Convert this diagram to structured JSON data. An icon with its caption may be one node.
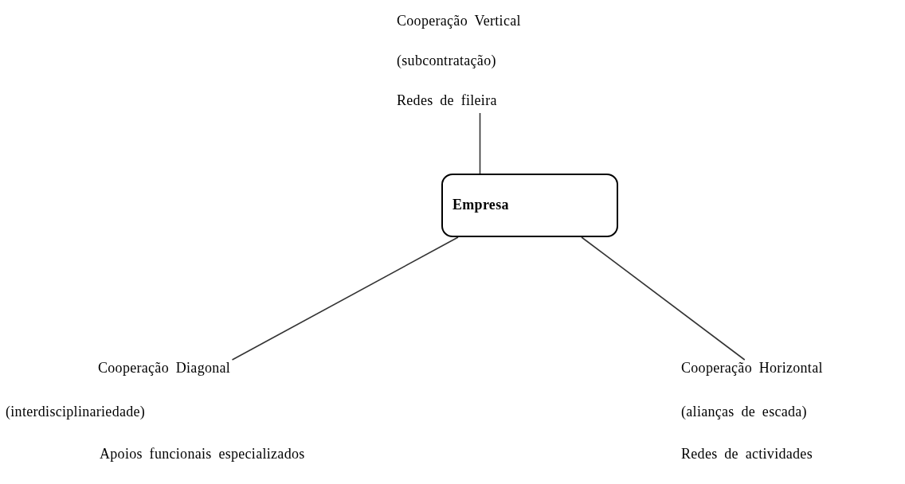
{
  "diagram": {
    "nodes": [
      {
        "text": [
          "Cooperação Vertical",
          "(subcontratação)",
          "Redes de fileira"
        ]
      },
      {
        "text": [
          "Empresa"
        ]
      },
      {
        "text": [
          "Cooperação Diagonal",
          "(interdisciplinariedade)",
          "Apoios funcionais especializados"
        ]
      },
      {
        "text": [
          "Cooperação Horizontal",
          "(alianças de escada)",
          "Redes de actividades"
        ]
      }
    ],
    "edges": [
      {
        "from": 0,
        "to": 1,
        "arrow": "none"
      },
      {
        "from": 1,
        "to": 2,
        "arrow": "none"
      },
      {
        "from": 1,
        "to": 3,
        "arrow": "none"
      }
    ]
  }
}
